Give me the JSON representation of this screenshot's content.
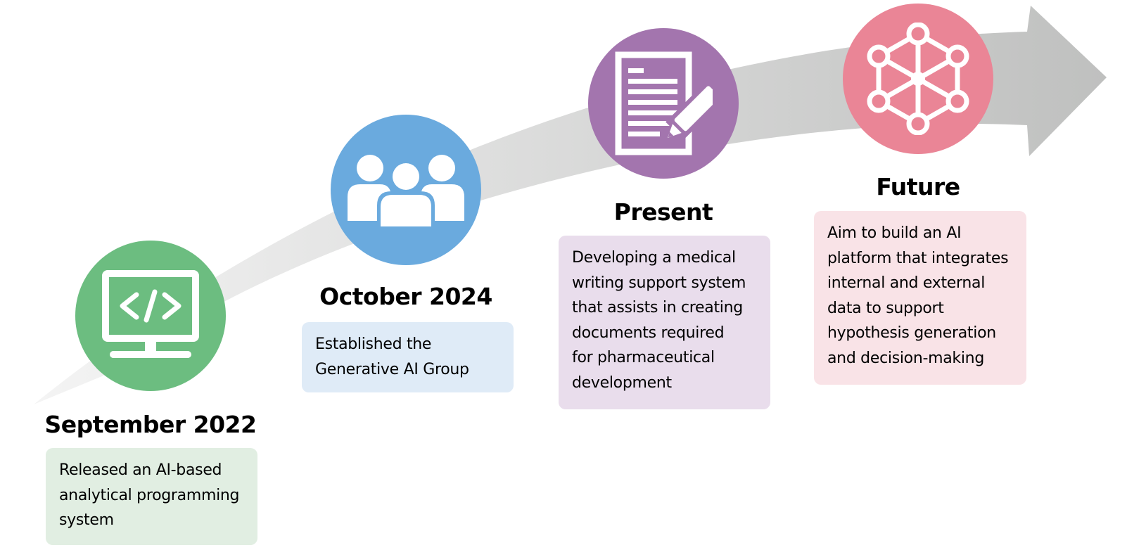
{
  "colors": {
    "arrow_start": "#f4f4f4",
    "arrow_end": "#bfc0bf",
    "green": "#6cbd80",
    "blue": "#6aaade",
    "purple": "#a375ae",
    "pink": "#ea8596",
    "green_box": "#e1eee2",
    "blue_box": "#dfebf7",
    "purple_box": "#e9ddec",
    "pink_box": "#f9e3e7"
  },
  "milestones": [
    {
      "heading": "September 2022",
      "icon": "monitor-code-icon",
      "lines": [
        "Released an AI-based",
        "analytical programming",
        "system"
      ]
    },
    {
      "heading": "October 2024",
      "icon": "people-group-icon",
      "lines": [
        "Established the",
        "Generative AI Group"
      ]
    },
    {
      "heading": "Present",
      "icon": "document-pen-icon",
      "lines": [
        "Developing a medical",
        "writing support system",
        "that assists in creating",
        "documents required",
        "for pharmaceutical",
        "development"
      ]
    },
    {
      "heading": "Future",
      "icon": "network-hexagon-icon",
      "lines": [
        "Aim to build an AI",
        "platform that integrates",
        "internal and external",
        "data to support",
        "hypothesis generation",
        "and decision-making"
      ]
    }
  ]
}
